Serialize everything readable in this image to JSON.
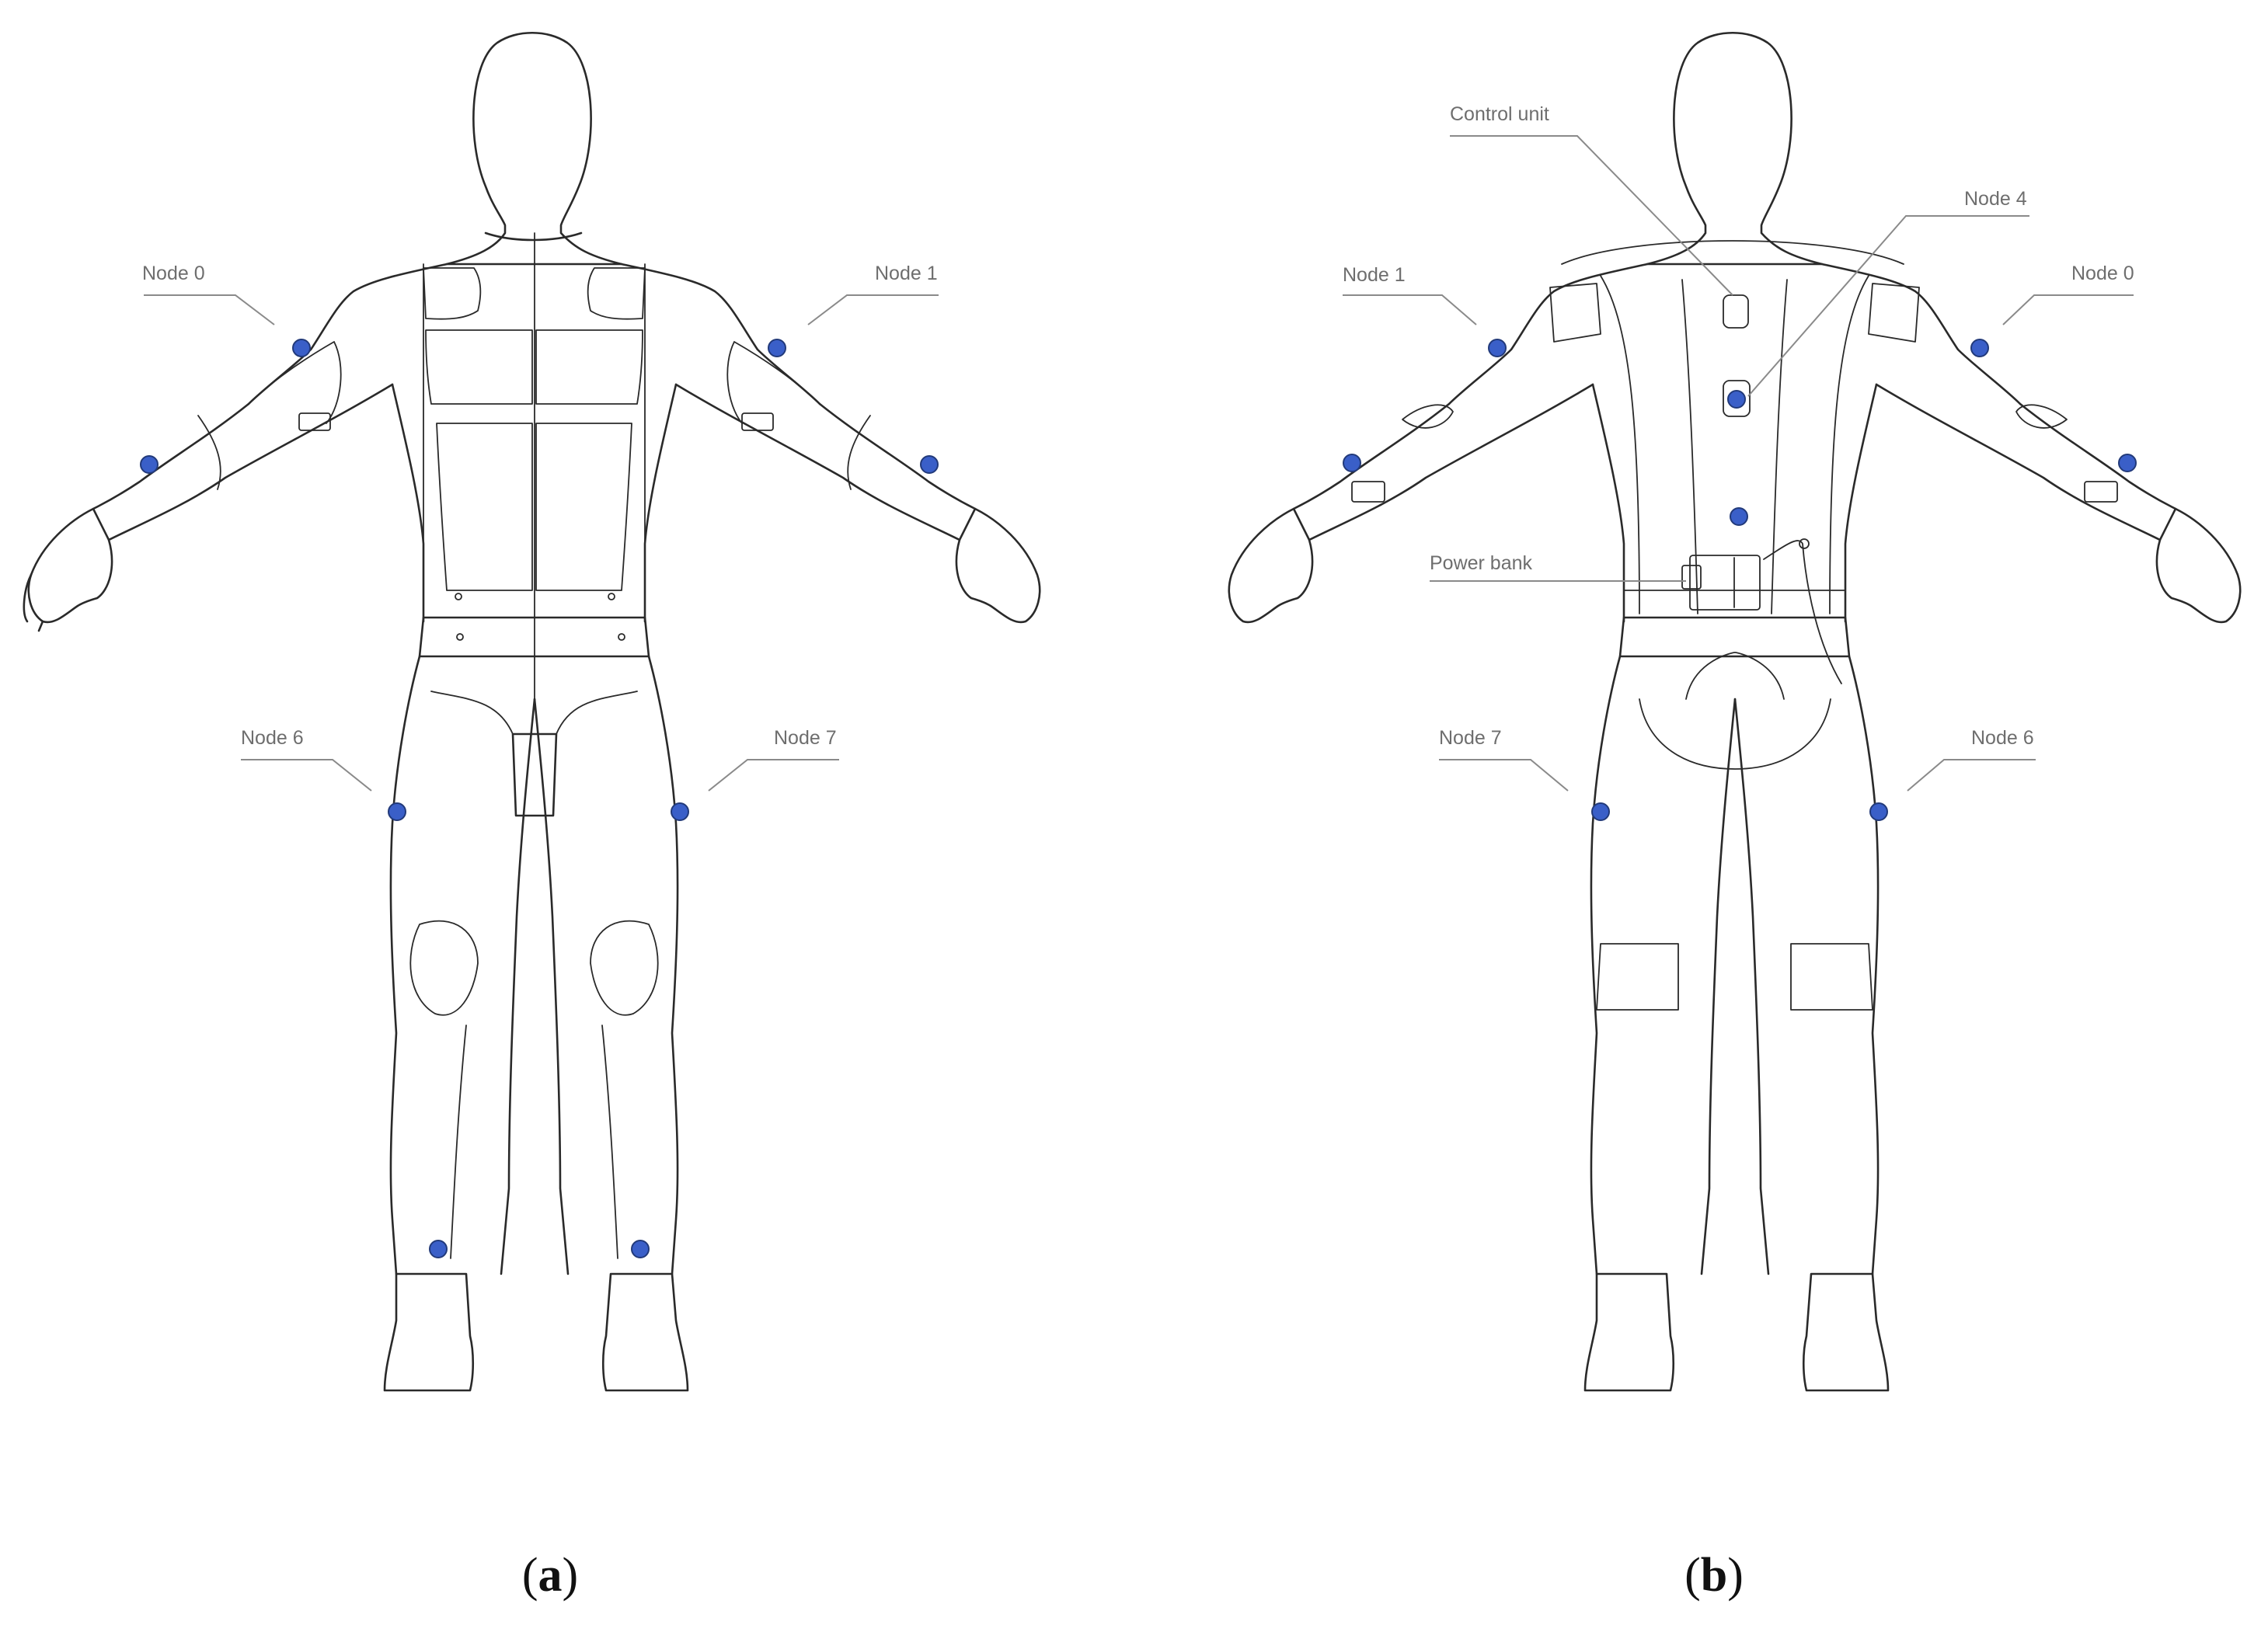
{
  "colors": {
    "node": "#3a5fc8",
    "line": "#2a2a2a",
    "label": "#6e6e6e"
  },
  "panels": [
    {
      "id": "a",
      "caption_open": "(",
      "caption_letter": "a",
      "caption_close": ")",
      "labels": [
        "Node 0",
        "Node 1",
        "Node 6",
        "Node 7"
      ]
    },
    {
      "id": "b",
      "caption_open": "(",
      "caption_letter": "b",
      "caption_close": ")",
      "labels": [
        "Control unit",
        "Node 4",
        "Node 1",
        "Node 0",
        "Power bank",
        "Node 7",
        "Node 6"
      ]
    }
  ]
}
